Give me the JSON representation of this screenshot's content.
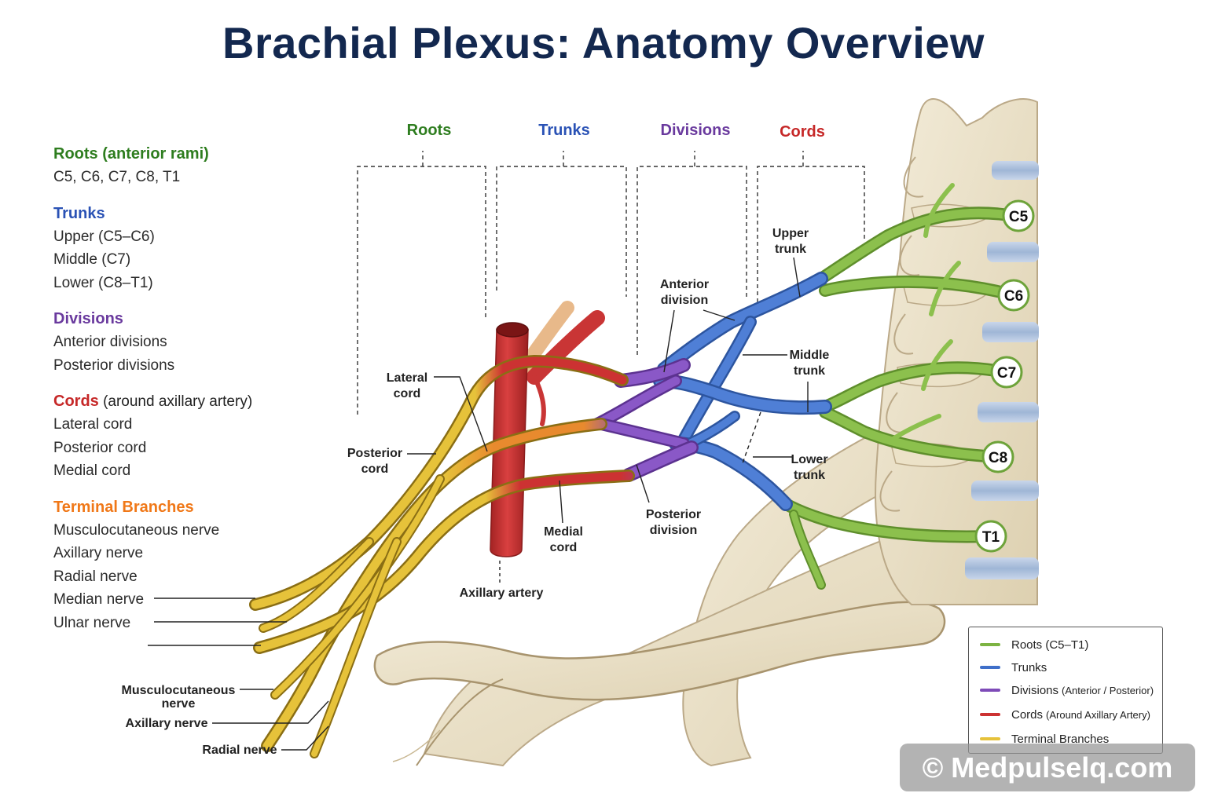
{
  "title": "Brachial Plexus: Anatomy Overview",
  "colors": {
    "title": "#13284f",
    "roots": "#7cb342",
    "trunks": "#3f6fc9",
    "divisions": "#7e4bb8",
    "cords": "#cc3232",
    "terminal": "#e6c23a",
    "terminal_heading": "#f07818",
    "bone": "#e9dfc6",
    "disc": "#a9bedb"
  },
  "sidebar": {
    "sections": [
      {
        "heading": "Roots (anterior rami)",
        "note": "",
        "color": "#2e7d1f",
        "items": [
          "C5, C6, C7, C8, T1"
        ]
      },
      {
        "heading": "Trunks",
        "note": "",
        "color": "#2a52b5",
        "items": [
          "Upper (C5–C6)",
          "Middle (C7)",
          "Lower (C8–T1)"
        ]
      },
      {
        "heading": "Divisions",
        "note": "",
        "color": "#6a3a9e",
        "items": [
          "Anterior divisions",
          "Posterior divisions"
        ]
      },
      {
        "heading": "Cords",
        "note": " (around axillary artery)",
        "color": "#c62828",
        "items": [
          "Lateral cord",
          "Posterior cord",
          "Medial cord"
        ]
      },
      {
        "heading": "Terminal Branches",
        "note": "",
        "color": "#f07818",
        "items": [
          "Musculocutaneous nerve",
          "Axillary nerve",
          "Radial nerve",
          "Median nerve",
          "Ulnar nerve"
        ]
      }
    ]
  },
  "column_headers": {
    "roots": "Roots",
    "trunks": "Trunks",
    "divisions": "Divisions",
    "cords": "Cords"
  },
  "root_badges": [
    "C5",
    "C6",
    "C7",
    "C8",
    "T1"
  ],
  "labels": {
    "upper_trunk": [
      "Upper",
      "trunk"
    ],
    "middle_trunk": [
      "Middle",
      "trunk"
    ],
    "lower_trunk": [
      "Lower",
      "trunk"
    ],
    "anterior_division": [
      "Anterior",
      "division"
    ],
    "posterior_division": [
      "Posterior",
      "division"
    ],
    "lateral_cord": [
      "Lateral",
      "cord"
    ],
    "posterior_cord": [
      "Posterior",
      "cord"
    ],
    "medial_cord": [
      "Medial",
      "cord"
    ],
    "axillary_artery": "Axillary artery",
    "musculocutaneous_nerve": [
      "Musculocutaneous",
      "nerve"
    ],
    "axillary_nerve": "Axillary nerve",
    "radial_nerve": "Radial nerve"
  },
  "legend": [
    {
      "label": "Roots (C5–T1)",
      "sub": "",
      "color": "#7cb342"
    },
    {
      "label": "Trunks",
      "sub": "",
      "color": "#3f6fc9"
    },
    {
      "label": "Divisions",
      "sub": "(Anterior / Posterior)",
      "color": "#7e4bb8"
    },
    {
      "label": "Cords",
      "sub": "(Around Axillary Artery)",
      "color": "#cc3232"
    },
    {
      "label": "Terminal Branches",
      "sub": "",
      "color": "#e6c23a"
    }
  ],
  "watermark": "© Medpulselq.com"
}
